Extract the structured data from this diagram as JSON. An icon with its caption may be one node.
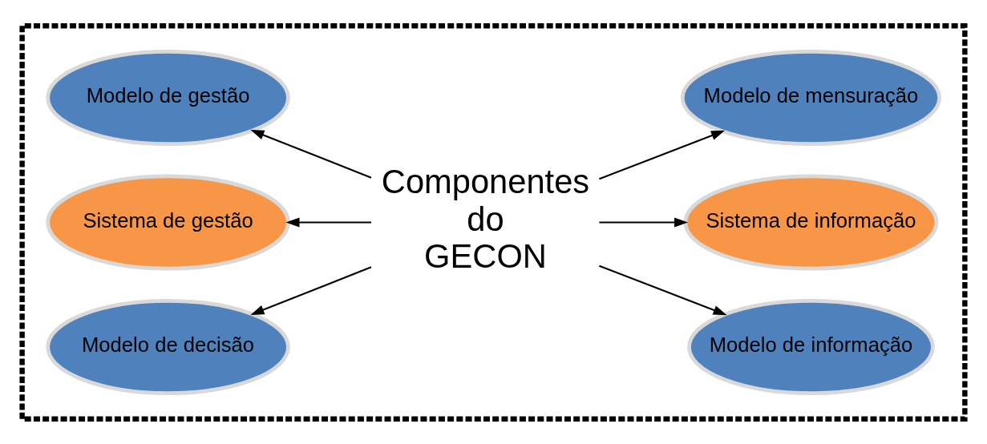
{
  "diagram": {
    "nodes": [
      {
        "text": [],
        "shape": "box"
      },
      {
        "text": [
          "Modelo de gestão"
        ],
        "in": 0
      },
      {
        "text": [
          "Sistema de gestão"
        ],
        "in": 0
      },
      {
        "text": [
          "Modelo de decisão"
        ],
        "in": 0
      },
      {
        "text": [
          "Componentes do GECON"
        ],
        "in": 0
      },
      {
        "text": [
          "Modelo de mensuração"
        ],
        "in": 0
      },
      {
        "text": [
          "Sistema de informação"
        ],
        "in": 0
      },
      {
        "text": [
          "Modelo de informação"
        ],
        "in": 0
      }
    ],
    "edges": [
      {
        "from": 4,
        "to": 1,
        "arrow": "to"
      },
      {
        "from": 4,
        "to": 2,
        "arrow": "to"
      },
      {
        "from": 4,
        "to": 3,
        "arrow": "to"
      },
      {
        "from": 4,
        "to": 5,
        "arrow": "to"
      },
      {
        "from": 4,
        "to": 6,
        "arrow": "to"
      },
      {
        "from": 4,
        "to": 7,
        "arrow": "to"
      }
    ]
  }
}
